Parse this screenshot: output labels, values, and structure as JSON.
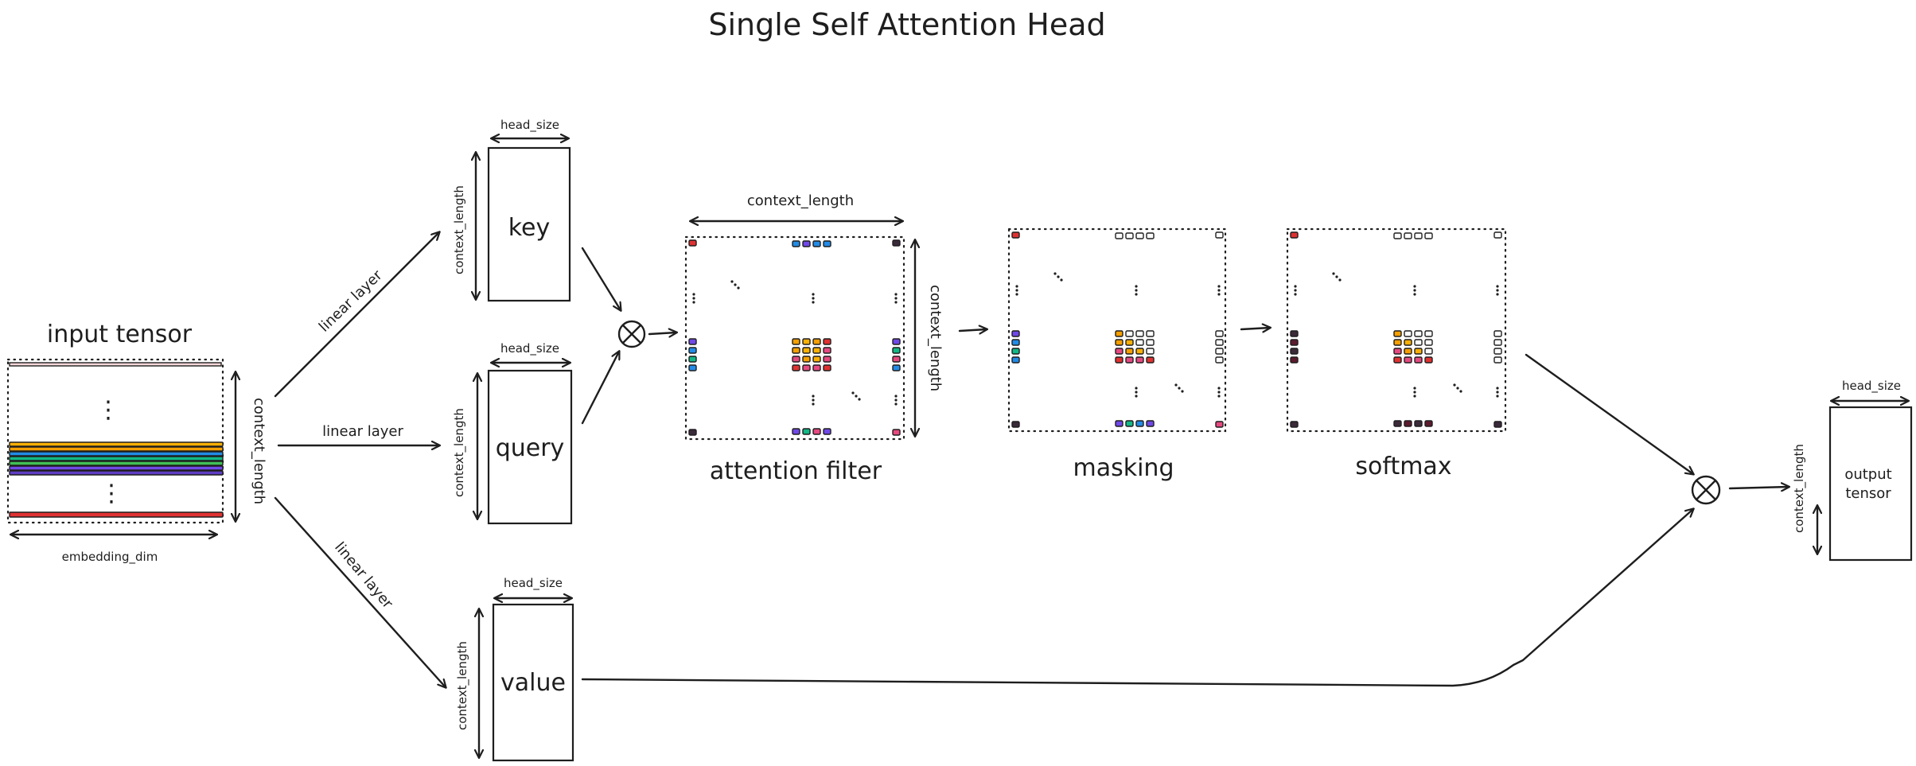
{
  "title": "Single Self Attention Head",
  "colors": {
    "ink": "#1e1e1e",
    "purple": "#7048e8",
    "blue": "#228be6",
    "teal": "#12b886",
    "pink": "#e64980",
    "red": "#e03131",
    "orange": "#f59f00",
    "yellow": "#fab005",
    "green": "#40c057",
    "violet": "#5f3dc4",
    "dark": "#3b2a3a",
    "maroon": "#5c1a2e"
  },
  "input": {
    "label": "input tensor",
    "dim_right": "context_length",
    "dim_bottom": "embedding_dim",
    "ellipsis": "⋮",
    "row_colors": [
      "#f8d7da",
      "#fab005",
      "#f59f00",
      "#228be6",
      "#12b886",
      "#40c057",
      "#7048e8",
      "#5f3dc4",
      "#e03131"
    ]
  },
  "arrows": {
    "to_key": "linear layer",
    "to_query": "linear layer",
    "to_value": "linear layer"
  },
  "key": {
    "label": "key",
    "dim_top": "head_size",
    "dim_left": "context_length"
  },
  "query": {
    "label": "query",
    "dim_top": "head_size",
    "dim_left": "context_length"
  },
  "value": {
    "label": "value",
    "dim_top": "head_size",
    "dim_left": "context_length"
  },
  "multiply_symbol": "⊗",
  "attention": {
    "label": "attention filter",
    "dim_top": "context_length",
    "dim_right": "context_length"
  },
  "masking": {
    "label": "masking"
  },
  "softmax": {
    "label": "softmax"
  },
  "output": {
    "label_line1": "output",
    "label_line2": "tensor",
    "dim_top": "head_size",
    "dim_left": "context_length"
  },
  "grid_colors": {
    "row1": [
      "#f59f00",
      "#fab005",
      "#f59f00",
      "#e03131"
    ],
    "row2": [
      "#f59f00",
      "#fab005",
      "#fab005",
      "#e64980"
    ],
    "row3": [
      "#e64980",
      "#f59f00",
      "#fab005",
      "#e64980"
    ],
    "row4": [
      "#e03131",
      "#e64980",
      "#e64980",
      "#e03131"
    ],
    "top_edge": [
      "#228be6",
      "#7048e8",
      "#228be6",
      "#228be6"
    ],
    "left_edge": [
      "#7048e8",
      "#228be6",
      "#12b886",
      "#228be6"
    ],
    "right_edge": [
      "#7048e8",
      "#12b886",
      "#e64980",
      "#228be6"
    ],
    "bottom_edge": [
      "#7048e8",
      "#12b886",
      "#e64980",
      "#7048e8"
    ],
    "mask_bottom": [
      "#7048e8",
      "#12b886",
      "#228be6",
      "#7048e8"
    ],
    "soft_bottom": [
      "#3b2a3a",
      "#5c1a2e",
      "#3b2a3a",
      "#5c1a2e"
    ],
    "soft_left": [
      "#3b2a3a",
      "#5c1a2e",
      "#3b2a3a",
      "#5c1a2e"
    ]
  }
}
